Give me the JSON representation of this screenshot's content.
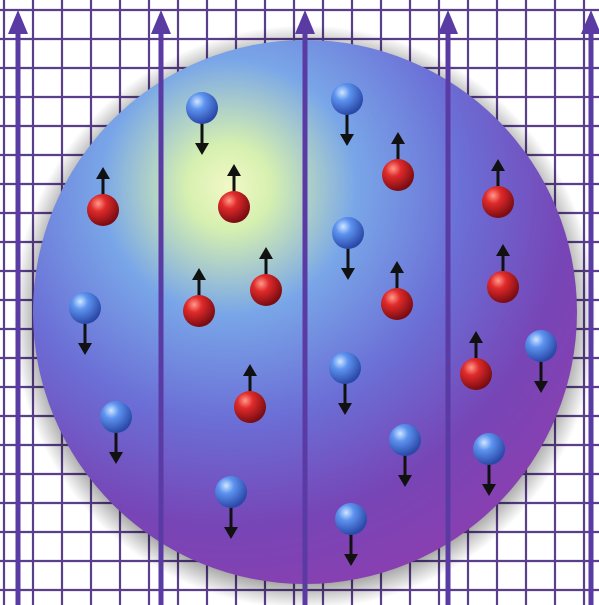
{
  "colors": {
    "background": "#ffffff",
    "grid": "#5a3f8c",
    "field_line": "#5a3aa3",
    "sphere_core_glow": "#eef7b8",
    "sphere_mid": "#6f7fe0",
    "sphere_edge": "#7a40b0",
    "spin_up_particle": "#d0182a",
    "spin_down_particle": "#4a7fe6",
    "spin_arrow": "#111111"
  },
  "icons": {
    "field_line": "upward-arrow-line",
    "spin_up": "red-sphere-with-up-arrow",
    "spin_down": "blue-sphere-with-down-arrow"
  }
}
